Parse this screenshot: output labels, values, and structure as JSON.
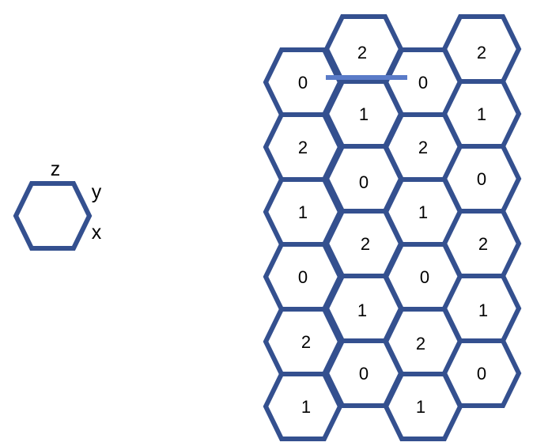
{
  "legend": {
    "labels": {
      "z": "z",
      "y": "y",
      "x": "x"
    }
  },
  "lattice": {
    "columns": [
      {
        "cells": [
          "0",
          "2",
          "1",
          "0",
          "2",
          "1"
        ]
      },
      {
        "cells": [
          "2",
          "1",
          "0",
          "2",
          "1",
          "0"
        ]
      },
      {
        "cells": [
          "0",
          "2",
          "1",
          "0",
          "2",
          "1"
        ]
      },
      {
        "cells": [
          "2",
          "1",
          "0",
          "2",
          "1",
          "0"
        ]
      }
    ]
  },
  "colors": {
    "hex_stroke": "#34508f",
    "highlight_bar": "#5a7bc8",
    "text": "#000000",
    "background": "#ffffff"
  }
}
